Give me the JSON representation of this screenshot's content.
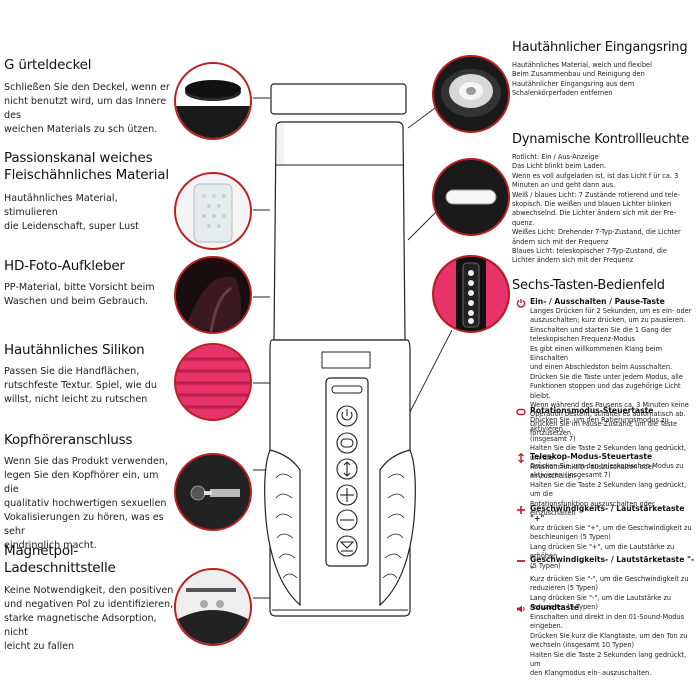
{
  "left": [
    {
      "title": "G ürteldeckel",
      "body": [
        "Schließen Sie den Deckel, wenn er",
        "nicht benutzt wird, um das Innere des",
        "weichen Materials zu sch ützen."
      ]
    },
    {
      "title": "Passionskanal weiches",
      "title2": "Fleischähnliches Material",
      "body": [
        "Hautähnliches Material, stimulieren",
        "die Leidenschaft, super Lust"
      ]
    },
    {
      "title": "HD-Foto-Aufkleber",
      "body": [
        "PP-Material, bitte Vorsicht beim",
        "Waschen und beim Gebrauch."
      ]
    },
    {
      "title": "Hautähnliches Silikon",
      "body": [
        "Passen Sie die Handflächen,",
        "rutschfeste Textur. Spiel, wie du",
        "willst, nicht leicht zu rutschen"
      ]
    },
    {
      "title": "Kopfhöreranschluss",
      "body": [
        "Wenn Sie das Produkt verwenden,",
        "legen Sie den Kopfhörer ein, um die",
        "qualitativ hochwertigen sexuellen",
        "Vokalisierungen zu hören, was es sehr",
        "eindringlich macht."
      ]
    },
    {
      "title": "Magnetpol-Ladeschnittstelle",
      "body": [
        "Keine Notwendigkeit, den positiven",
        "und negativen Pol zu identifizieren,",
        "starke magnetische Adsorption, nicht",
        "leicht zu fallen"
      ]
    }
  ],
  "right": {
    "ring": {
      "title": "Hautähnlicher Eingangsring",
      "body": [
        "Hautähnliches Material, weich und flexibel",
        "Beim Zusammenbau und Reinigung den",
        "Hautähnlicher Eingangsring aus dem",
        "Schalenkörperfaden entfernen"
      ]
    },
    "light": {
      "title": "Dynamische Kontrollleuchte",
      "body": [
        "Rotlicht: Ein / Aus-Anzeige",
        "Das Licht blinkt beim Laden.",
        "Wenn es voll aufgeladen ist, ist das Licht f ür ca. 3",
        "Minuten an und geht dann aus.",
        "Weiß / blaues Licht: 7 Zustände rotierend und tele-",
        "skopisch. Die weißen und blauen Lichter blinken",
        "abwechselnd. Die Lichter ändern sich mit der Fre-",
        "quenz.",
        "Weißes Licht: Drehender 7-Typ-Zustand, die Lichter",
        "ändern sich mit der Frequenz",
        "Blaues Licht: teleskopischer 7-Typ-Zustand, die",
        "Lichter ändern sich mit der Frequenz"
      ]
    },
    "panel": {
      "title": "Sechs-Tasten-Bedienfeld"
    },
    "keys": [
      {
        "title": "Ein- / Ausschalten / Pause-Taste",
        "body": [
          "Langes Drücken für 2 Sekunden, um es ein- oder",
          "auszuschalten; kurz drücken, um zu pausieren.",
          "Einschalten und starten Sie die 1 Gang der",
          "teleskopischen Frequenz-Modus",
          "Es gibt einen willkommenen Klang beim Einschalten",
          "und einen Abschiedston beim Ausschalten.",
          "Drücken Sie die Taste unter jedem Modus, alle",
          "Funktionen stoppen und das zugehörige Licht bleibt.",
          "Wenn während des Pausens ca. 3 Minuten keine",
          "Operation besteht, schaltet es automatisch ab.",
          "Drücken Sie im Pause-Zustand, um die Taste",
          "fortzusetzen."
        ]
      },
      {
        "title": "Rotationsmodus-Steuertaste",
        "body": [
          "Drücken Sie, um den Ratierungsmodus zu aktivieren.",
          "(insgesamt 7)",
          "Halten Sie die Taste 2 Sekunden lang gedrückt, um die",
          "Rotationsfunktion auszuschalten oder einzuschalten"
        ]
      },
      {
        "title": "Teleskop-Modus-Steuertaste",
        "body": [
          "Drücken Sie, um den teleskopischen Modus zu",
          "aktivieren (insgesamt 7)",
          "Halten Sie die Taste 2 Sekunden lang gedrückt, um die",
          "Rotationsfunktion auszuschalten oder einzuschalten"
        ]
      },
      {
        "title": "Geschwindigkeits- / Lautstärketaste \"+\"",
        "body": [
          "Kurz drücken Sie \"+\", um die Geschwindigkeit zu",
          "beschleunigen (5 Typen)",
          "Lang drücken Sie \"+\", um die Lautstärke zu  erhöhen",
          "(5 Typen)"
        ]
      },
      {
        "title": "Geschwindigkeits- / Lautstärketaste \"-\"",
        "body": [
          "Kurz drücken Sie \"-\", um die Geschwindigkeit zu",
          "reduzieren (5 Typen)",
          "Lang drücken Sie \"-\", um die Lautstärke zu",
          "reduzieren (5 Typen)"
        ]
      },
      {
        "title": "Soundtaste",
        "body": [
          "Einschalten und direkt in den 01-Sound-Modus",
          "eingeben.",
          "Drücken Sie kurz die Klangtaste, um den Ton zu",
          "wechseln (insgesamt 10 Typen)",
          "Halten Sie die Taste 2 Sekunden lang gedrückt, um",
          "den Klangmodus ein- auszuschalten."
        ]
      }
    ]
  },
  "colors": {
    "accent": "#c0182a",
    "pink": "#e8336a",
    "ring": "#bb2020"
  }
}
